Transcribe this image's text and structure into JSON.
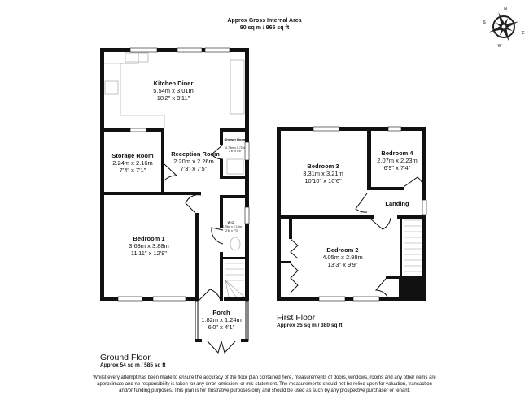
{
  "header": {
    "title": "Approx Gross Internal Area",
    "area": "90 sq m / 965 sq ft"
  },
  "compass": {
    "icon": "compass-rose-icon",
    "labels": [
      "N",
      "E",
      "S",
      "W"
    ]
  },
  "ground_floor": {
    "name": "Ground Floor",
    "area": "Approx 54 sq m / 585 sq ft",
    "rooms": [
      {
        "name": "Kitchen Diner",
        "metric": "5.54m x 3.01m",
        "imperial": "18'2\" x 9'11\""
      },
      {
        "name": "Storage Room",
        "metric": "2.24m x 2.16m",
        "imperial": "7'4\" x 7'1\""
      },
      {
        "name": "Reception Room",
        "metric": "2.20m x 2.26m",
        "imperial": "7'3\" x 7'5\""
      },
      {
        "name": "Shower Room",
        "metric": "0.75m x 1.72m",
        "imperial": "2'6\" x 5'8\""
      },
      {
        "name": "Bedroom 1",
        "metric": "3.63m x 3.88m",
        "imperial": "11'11\" x 12'9\""
      },
      {
        "name": "W.C.",
        "metric": "0.75m x 2.10m",
        "imperial": "2'6\" x 7'0\""
      },
      {
        "name": "Porch",
        "metric": "1.82m x 1.24m",
        "imperial": "6'0\" x 4'1\""
      }
    ]
  },
  "first_floor": {
    "name": "First Floor",
    "area": "Approx 35 sq m / 380 sq ft",
    "rooms": [
      {
        "name": "Bedroom 3",
        "metric": "3.31m x 3.21m",
        "imperial": "10'10\" x 10'6\""
      },
      {
        "name": "Bedroom 4",
        "metric": "2.07m x 2.23m",
        "imperial": "6'9\" x 7'4\""
      },
      {
        "name": "Landing"
      },
      {
        "name": "Bedroom 2",
        "metric": "4.05m x 2.98m",
        "imperial": "13'3\" x 9'9\""
      }
    ]
  },
  "disclaimer": "Whilst every attempt has been made to ensure the accuracy of the floor plan contained here, measurements of doors, windows, rooms and any other items are approximate and no responsibility is taken for any error, omission, or mis-statement. The measurements should not be relied upon for valuation, transaction and/or funding purposes. This plan is for illustrative purposes only and should be used as such by any prospective purchaser or tenant."
}
